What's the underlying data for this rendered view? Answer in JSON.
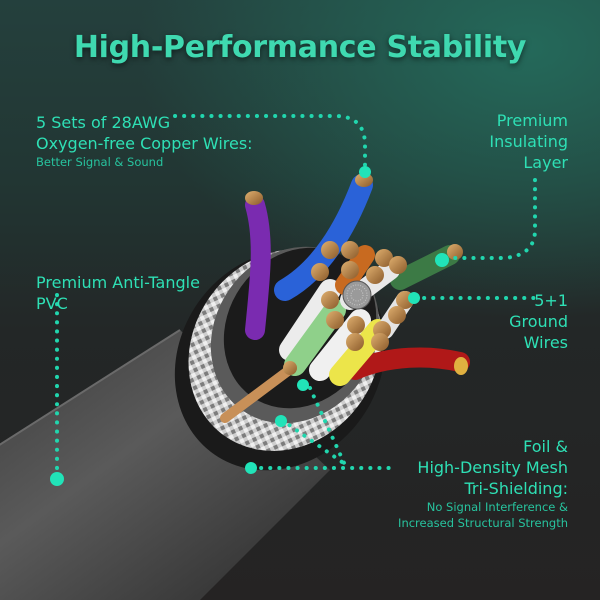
{
  "title": "High-Performance Stability",
  "callouts": {
    "copper": {
      "line1": "5 Sets of 28AWG",
      "line2": "Oxygen-free Copper Wires:",
      "sub": "Better Signal & Sound"
    },
    "insulating": {
      "line1": "Premium",
      "line2": "Insulating",
      "line3": "Layer"
    },
    "pvc": {
      "line1": "Premium Anti-Tangle",
      "line2": "PVC"
    },
    "ground": {
      "line1": "5+1",
      "line2": "Ground",
      "line3": "Wires"
    },
    "shield": {
      "line1": "Foil &",
      "line2": "High-Density Mesh",
      "line3": "Tri-Shielding:",
      "sub1": "No Signal Interference &",
      "sub2": "Increased Structural Strength"
    }
  },
  "colors": {
    "accent": "#2ee0b5",
    "dot": "#21e3b8",
    "background_dark": "#252323",
    "background_teal": "#24695a"
  }
}
